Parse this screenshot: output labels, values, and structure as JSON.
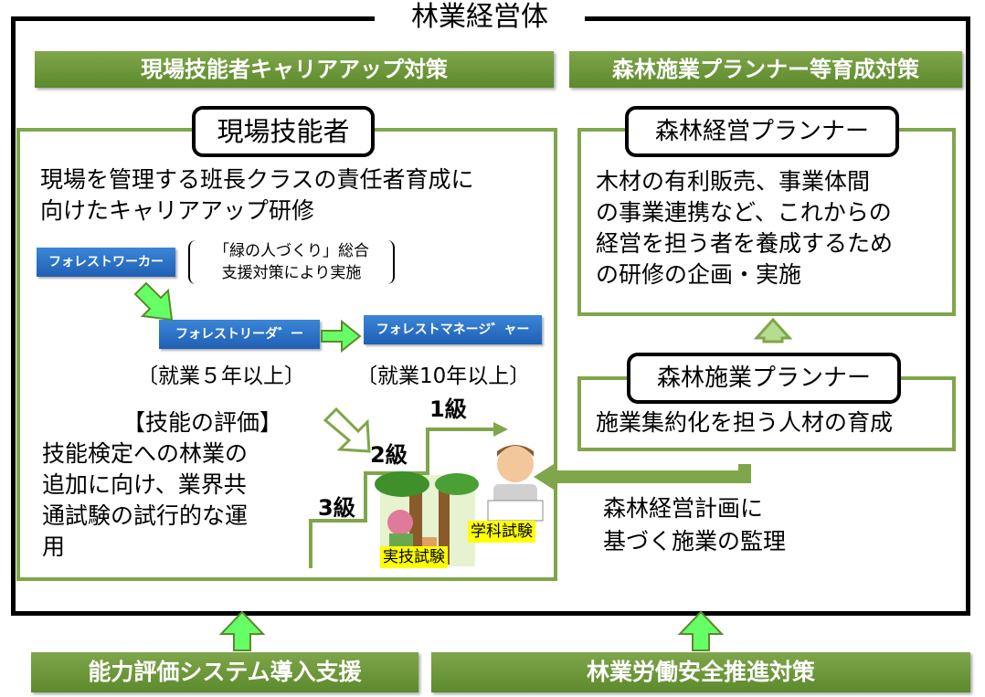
{
  "title": "林業経営体",
  "left_header": "現場技能者キャリアアップ対策",
  "right_header": "森林施業プランナー等育成対策",
  "left": {
    "box_title": "現場技能者",
    "description_line1": "現場を管理する班長クラスの責任者育成に",
    "description_line2": "向けたキャリアアップ研修",
    "worker_label": "フォレストワーカー",
    "worker_note_line1": "「緑の人づくり」総合",
    "worker_note_line2": "支援対策により実施",
    "leader_label": "フォレストリーダ゛ー",
    "manager_label": "フォレストマネージ゛ャー",
    "leader_req": "就業５年以上",
    "manager_req": "就業10年以上",
    "eval_title": "【技能の評価】",
    "eval_line1": "技能検定への林業の",
    "eval_line2": "追加に向け、業界共",
    "eval_line3": "通試験の試行的な運",
    "eval_line4": "用",
    "level3": "3級",
    "level2": "2級",
    "level1": "1級",
    "practical_exam": "実技試験",
    "written_exam": "学科試験"
  },
  "right": {
    "box1_title": "森林経営プランナー",
    "box1_line1": "木材の有利販売、事業体間",
    "box1_line2": "の事業連携など、これからの",
    "box1_line3": "経営を担う者を養成するため",
    "box1_line4": "の研修の企画・実施",
    "box2_title": "森林施業プランナー",
    "box2_text": "施業集約化を担う人材の育成",
    "supervision_line1": "森林経営計画に",
    "supervision_line2": "基づく施業の監理"
  },
  "bottom_left": "能力評価システム導入支援",
  "bottom_right": "林業労働安全推進対策",
  "colors": {
    "green": "#7fa64a",
    "bright_green": "#66ff66",
    "blue": "#1f5fb4",
    "yellow": "#ffff00"
  }
}
